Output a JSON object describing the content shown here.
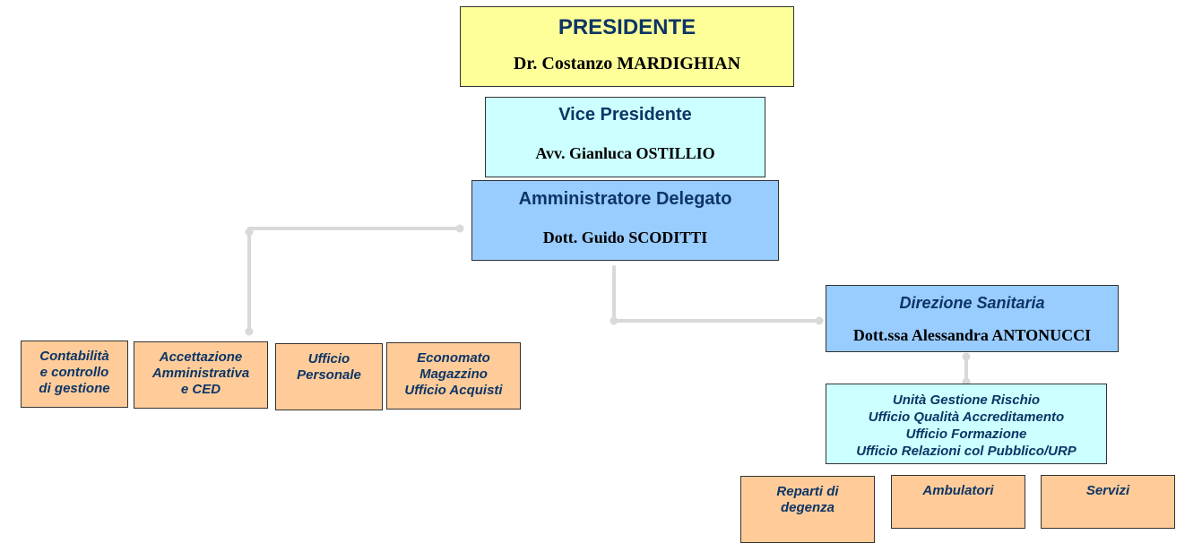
{
  "president": {
    "title": "PRESIDENTE",
    "name": "Dr. Costanzo MARDIGHIAN"
  },
  "vice_president": {
    "title": "Vice Presidente",
    "name": "Avv. Gianluca OSTILLIO"
  },
  "ceo": {
    "title": "Amministratore Delegato",
    "name": "Dott. Guido SCODITTI"
  },
  "health_direction": {
    "title": "Direzione Sanitaria",
    "name": "Dott.ssa Alessandra ANTONUCCI"
  },
  "admin_units": [
    "Contabilità\ne controllo\ndi gestione",
    "Accettazione\nAmministrativa\ne CED",
    "Ufficio\nPersonale",
    "Economato\nMagazzino\nUfficio Acquisti"
  ],
  "health_staff": {
    "lines": [
      "Unità Gestione Rischio",
      "Ufficio Qualità Accreditamento",
      "Ufficio Formazione",
      "Ufficio Relazioni col Pubblico/URP"
    ]
  },
  "health_units": [
    "Reparti di\ndegenza",
    "Ambulatori",
    "Servizi"
  ],
  "colors": {
    "president_fill": "#ffff99",
    "vice_fill": "#ccffff",
    "ceo_fill": "#99ccff",
    "unit_fill": "#ffcc99",
    "title_text": "#0d3566",
    "connector": "#d9d9d9"
  }
}
